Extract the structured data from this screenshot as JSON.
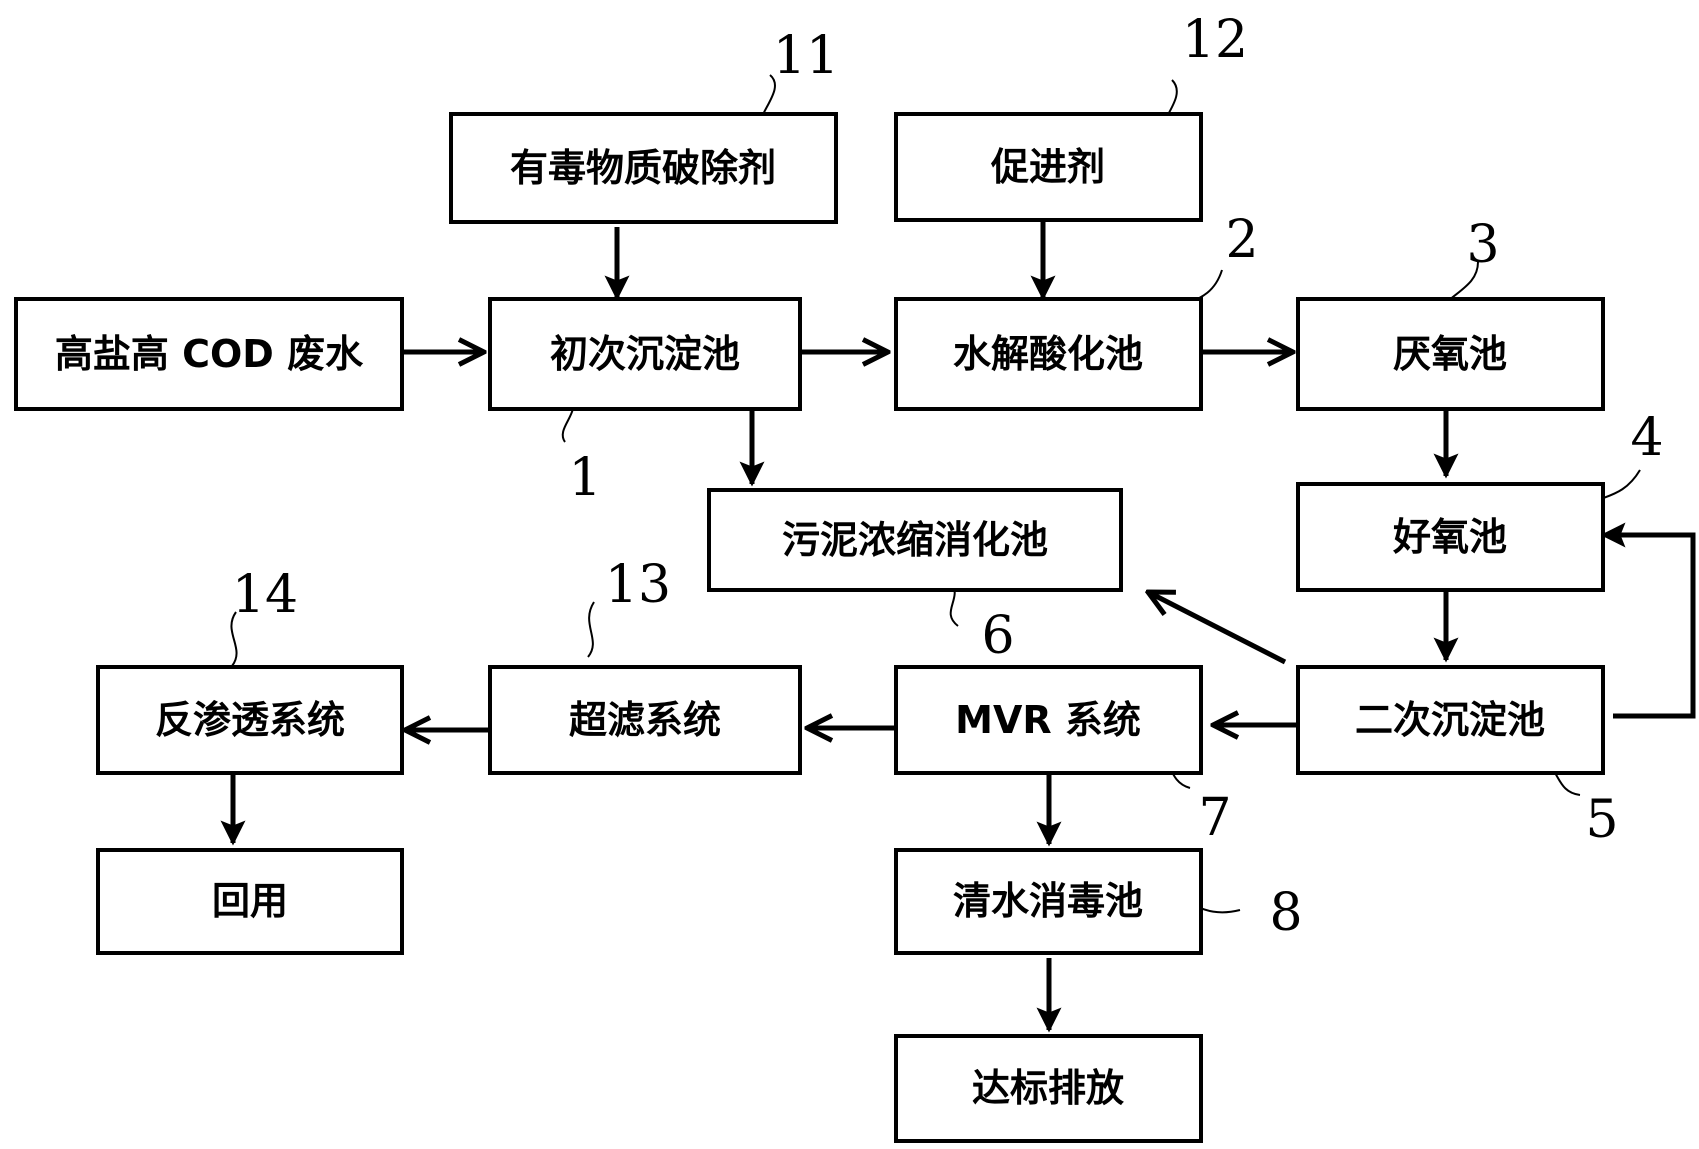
{
  "diagram": {
    "nodes": [
      {
        "id": "wastewater",
        "label": "高盐高 COD 废水"
      },
      {
        "id": "toxic_breaker",
        "label": "有毒物质破除剂",
        "ref": "11"
      },
      {
        "id": "promoter",
        "label": "促进剂",
        "ref": "12"
      },
      {
        "id": "primary_sedimentation",
        "label": "初次沉淀池",
        "ref": "1"
      },
      {
        "id": "hydrolysis_acidification",
        "label": "水解酸化池",
        "ref": "2"
      },
      {
        "id": "anaerobic",
        "label": "厌氧池",
        "ref": "3"
      },
      {
        "id": "aerobic",
        "label": "好氧池",
        "ref": "4"
      },
      {
        "id": "sludge_digestion",
        "label": "污泥浓缩消化池",
        "ref": "6"
      },
      {
        "id": "secondary_sedimentation",
        "label": "二次沉淀池",
        "ref": "5"
      },
      {
        "id": "mvr",
        "label": "MVR 系统",
        "ref": "7"
      },
      {
        "id": "ultrafiltration",
        "label": "超滤系统",
        "ref": "13"
      },
      {
        "id": "reverse_osmosis",
        "label": "反渗透系统",
        "ref": "14"
      },
      {
        "id": "reuse",
        "label": "回用"
      },
      {
        "id": "disinfection",
        "label": "清水消毒池",
        "ref": "8"
      },
      {
        "id": "discharge",
        "label": "达标排放"
      }
    ],
    "edges": [
      {
        "from": "wastewater",
        "to": "primary_sedimentation"
      },
      {
        "from": "toxic_breaker",
        "to": "primary_sedimentation"
      },
      {
        "from": "primary_sedimentation",
        "to": "hydrolysis_acidification"
      },
      {
        "from": "promoter",
        "to": "hydrolysis_acidification"
      },
      {
        "from": "hydrolysis_acidification",
        "to": "anaerobic"
      },
      {
        "from": "primary_sedimentation",
        "to": "sludge_digestion"
      },
      {
        "from": "anaerobic",
        "to": "aerobic"
      },
      {
        "from": "aerobic",
        "to": "secondary_sedimentation"
      },
      {
        "from": "secondary_sedimentation",
        "to": "aerobic"
      },
      {
        "from": "secondary_sedimentation",
        "to": "sludge_digestion"
      },
      {
        "from": "secondary_sedimentation",
        "to": "mvr"
      },
      {
        "from": "mvr",
        "to": "ultrafiltration"
      },
      {
        "from": "ultrafiltration",
        "to": "reverse_osmosis"
      },
      {
        "from": "reverse_osmosis",
        "to": "reuse"
      },
      {
        "from": "mvr",
        "to": "disinfection"
      },
      {
        "from": "disinfection",
        "to": "discharge"
      }
    ]
  }
}
